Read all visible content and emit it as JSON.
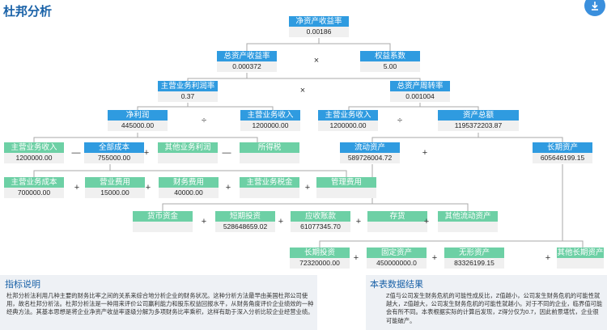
{
  "page": {
    "title": "杜邦分析"
  },
  "nodes": {
    "roe": {
      "label": "净资产收益率",
      "value": "0.00186"
    },
    "roa": {
      "label": "总资产收益率",
      "value": "0.000372"
    },
    "equity_multiplier": {
      "label": "权益系数",
      "value": "5.00"
    },
    "net_margin": {
      "label": "主营业务利润率",
      "value": "0.37"
    },
    "asset_turnover": {
      "label": "总资产周转率",
      "value": "0.001004"
    },
    "net_profit": {
      "label": "净利润",
      "value": "445000.00"
    },
    "revenue_a": {
      "label": "主营业务收入",
      "value": "1200000.00"
    },
    "revenue_b": {
      "label": "主营业务收入",
      "value": "1200000.00"
    },
    "total_assets": {
      "label": "资产总额",
      "value": "1195372203.87"
    },
    "revenue_c": {
      "label": "主营业务收入",
      "value": "1200000.00"
    },
    "total_cost": {
      "label": "全部成本",
      "value": "755000.00"
    },
    "other_profit": {
      "label": "其他业务利润",
      "value": ""
    },
    "income_tax": {
      "label": "所得税",
      "value": ""
    },
    "current_assets": {
      "label": "流动资产",
      "value": "589726004.72"
    },
    "long_term_assets": {
      "label": "长期资产",
      "value": "605646199.15"
    },
    "cost_of_revenue": {
      "label": "主营业务成本",
      "value": "700000.00"
    },
    "operating_expense": {
      "label": "营业费用",
      "value": "15000.00"
    },
    "financial_expense": {
      "label": "财务费用",
      "value": "40000.00"
    },
    "business_tax": {
      "label": "主营业务税金",
      "value": ""
    },
    "admin_expense": {
      "label": "管理费用",
      "value": ""
    },
    "cash": {
      "label": "货币资金",
      "value": ""
    },
    "short_investment": {
      "label": "短期投资",
      "value": "528648659.02"
    },
    "receivables": {
      "label": "应收账款",
      "value": "61077345.70"
    },
    "inventory": {
      "label": "存货",
      "value": ""
    },
    "other_current": {
      "label": "其他流动资产",
      "value": ""
    },
    "long_investment": {
      "label": "长期投资",
      "value": "72320000.00"
    },
    "fixed_assets": {
      "label": "固定资产",
      "value": "450000000.0"
    },
    "intangible": {
      "label": "无形资产",
      "value": "83326199.15"
    },
    "other_long": {
      "label": "其他长期资产",
      "value": ""
    }
  },
  "operators": {
    "times": "×",
    "divide": "÷",
    "plus": "+",
    "minus": "—"
  },
  "panels": {
    "indicator": {
      "title": "指标说明",
      "body": "杜邦分析法利用几种主要的财务比率之间的关系来综合地分析企业的财务状况。这种分析方法最早由美国杜邦公司使用，故名杜邦分析法。杜邦分析法是一种用来评价公司赢利能力和股东权益回报水平，从财务角度评价企业绩效的一种经典方法。其基本思想是将企业净资产收益率逐级分解为多项财务比率乘积，这样有助于深入分析比较企业经营业绩。"
    },
    "conclusion": {
      "title": "本表数据结果",
      "body": "Z值与公司发生财务危机的可能性成反比，Z值越小，公司发生财务危机的可能性就越大，Z值越大，公司发生财务危机的可能性就越小。对于不同的企业，临界值可能会有所不同。本表根据实际的计算后发现，Z得分仅为0.7，因此前景堪忧，企业很可能破产。"
    }
  },
  "colors": {
    "node_blue": "#2f9be0",
    "node_green": "#6dd0a5",
    "title_blue": "#1a62a8",
    "line": "#a8a8a8",
    "panel_bg": "#eef1f5"
  },
  "icons": {
    "download": "download-icon"
  }
}
